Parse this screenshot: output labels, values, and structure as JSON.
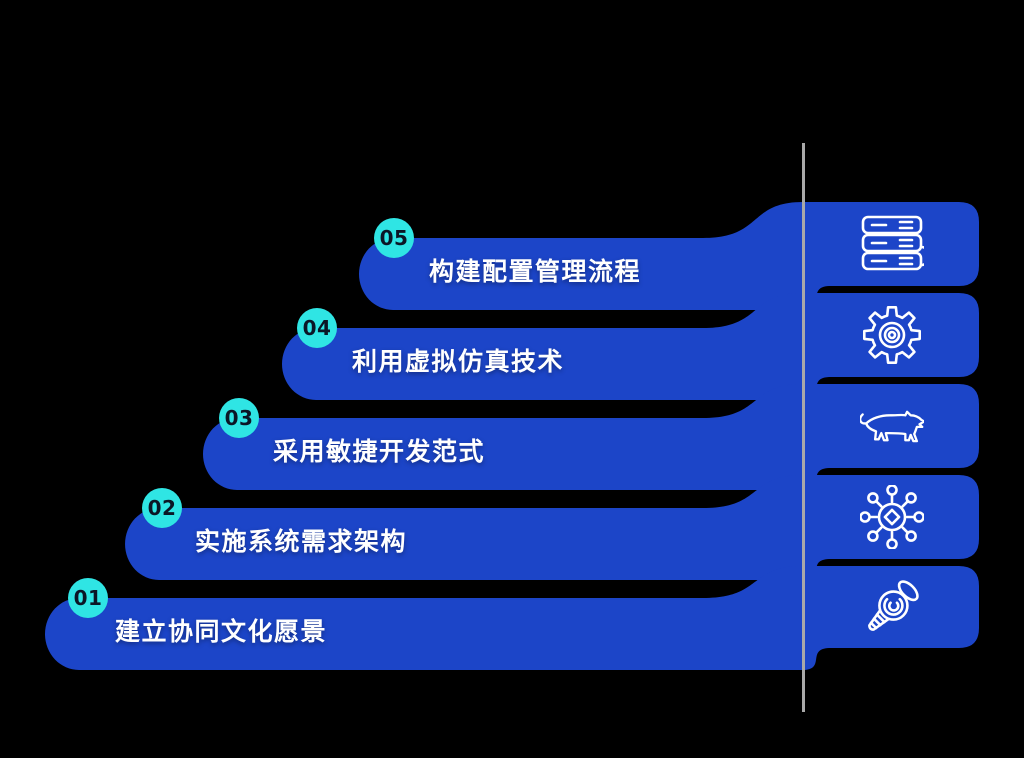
{
  "background": "#000000",
  "palette": {
    "bar_blue": "#1c45c8",
    "badge_cyan": "#2fe5e4",
    "badge_number_color": "#0b1626",
    "label_color": "#ffffff",
    "divider_gray": "#a9a9a9",
    "icon_stroke": "#ffffff"
  },
  "divider": {
    "orientation": "vertical"
  },
  "steps": [
    {
      "number": "05",
      "label": "构建配置管理流程",
      "icon": "server-stack-icon"
    },
    {
      "number": "04",
      "label": "利用虚拟仿真技术",
      "icon": "gear-icon"
    },
    {
      "number": "03",
      "label": "采用敏捷开发范式",
      "icon": "panther-icon"
    },
    {
      "number": "02",
      "label": "实施系统需求架构",
      "icon": "network-hub-icon"
    },
    {
      "number": "01",
      "label": "建立协同文化愿景",
      "icon": "torch-icon"
    }
  ]
}
